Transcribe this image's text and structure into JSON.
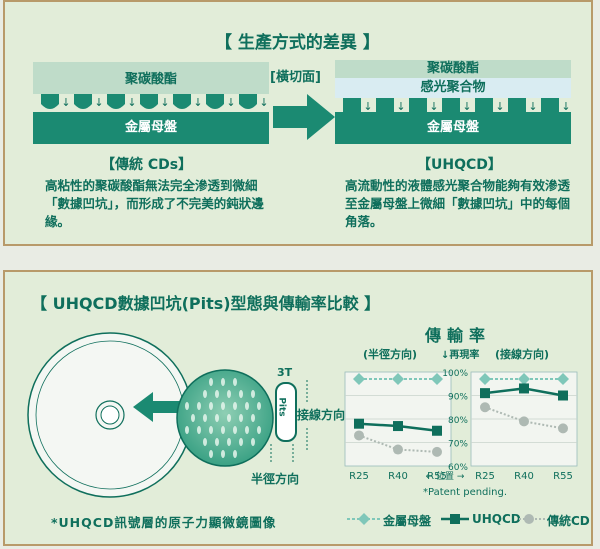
{
  "top": {
    "title": "【 生產方式的差異 】",
    "section_label": "[橫切面]",
    "left": {
      "layer_top": "聚碳酸酯",
      "layer_bottom": "金屬母盤",
      "heading": "【傳統 CDs】",
      "body": "高粘性的聚碳酸酯無法完全滲透到微細「數據凹坑」，而形成了不完美的鈍狀邊緣。"
    },
    "right": {
      "layer_top": "聚碳酸酯",
      "layer_middle": "感光聚合物",
      "layer_bottom": "金屬母盤",
      "heading": "【UHQCD】",
      "body": "高流動性的液體感光聚合物能夠有效滲透至金屬母盤上微細「數據凹坑」中的每個角落。"
    }
  },
  "bottom": {
    "title": "【 UHQCD數據凹坑(Pits)型態與傳輸率比較 】",
    "pit_label_3t": "3T",
    "pit_label_pits": "Pits",
    "track_direction": "接線方向",
    "radial_direction": "半徑方向",
    "caption": "*UHQCD訊號層的原子力顯微鏡圖像"
  },
  "chart_data": {
    "type": "line",
    "title": "傳輸率",
    "left_panel_label": "(半徑方向)",
    "right_panel_label": "(接線方向)",
    "ylabel": "↓再現率",
    "xlabel": "← 位置 →",
    "categories": [
      "R25",
      "R40",
      "R55"
    ],
    "y_ticks": [
      "60%",
      "70%",
      "80%",
      "90%",
      "100%"
    ],
    "ylim": [
      60,
      100
    ],
    "note": "*Patent pending.",
    "series": [
      {
        "name": "金屬母盤",
        "color": "#7fc7b9",
        "left": [
          97,
          97,
          97
        ],
        "right": [
          97,
          97,
          97
        ]
      },
      {
        "name": "UHQCD",
        "color": "#0f6f5c",
        "left": [
          78,
          77,
          75
        ],
        "right": [
          91,
          93,
          90
        ]
      },
      {
        "name": "傳統CD",
        "color": "#aeb9b3",
        "left": [
          73,
          67,
          66
        ],
        "right": [
          85,
          79,
          76
        ]
      }
    ]
  }
}
